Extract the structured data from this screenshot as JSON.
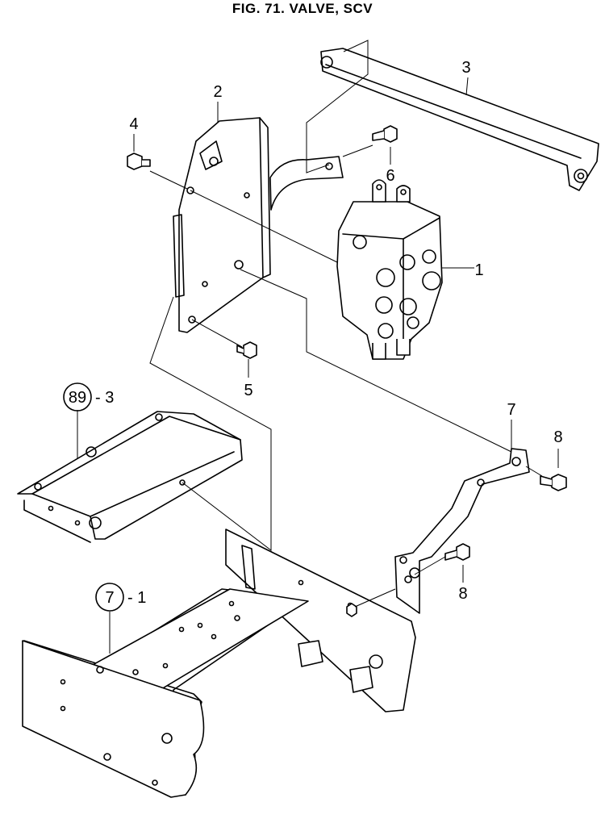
{
  "title": "FIG. 71. VALVE, SCV",
  "callouts": {
    "c1": "1",
    "c2": "2",
    "c3": "3",
    "c4": "4",
    "c5": "5",
    "c6": "6",
    "c7": "7",
    "c8a": "8",
    "c8b": "8",
    "ref89_num": "89",
    "ref89_suffix": "- 3",
    "ref7_num": "7",
    "ref7_suffix": "- 1"
  }
}
